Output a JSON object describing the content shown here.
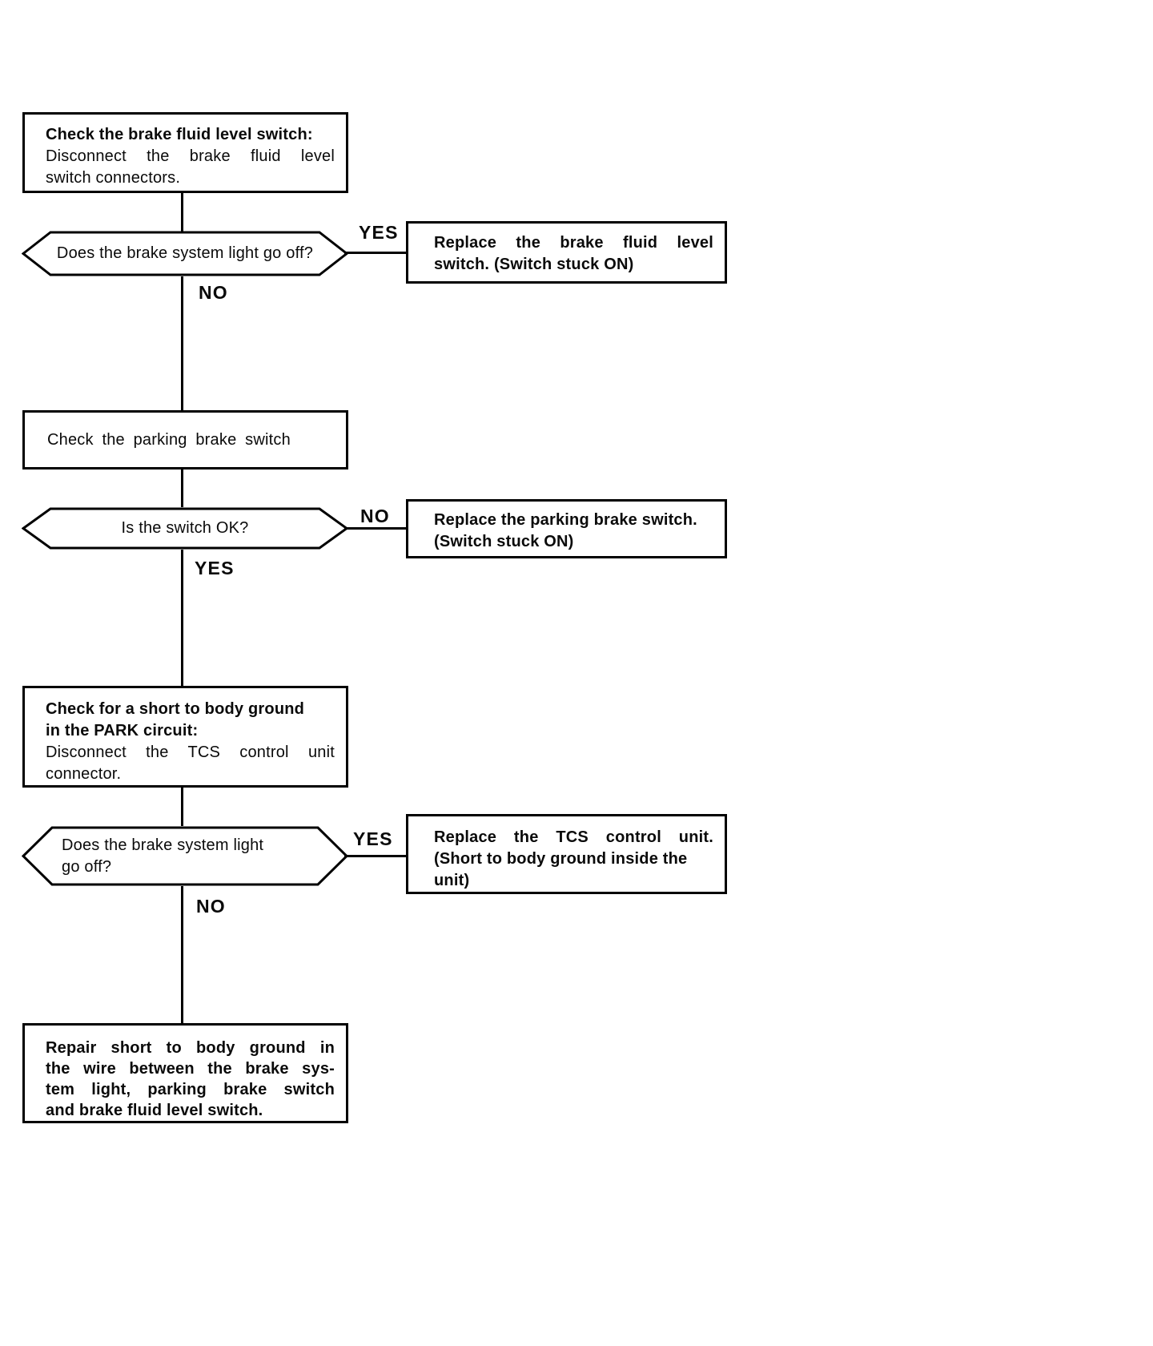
{
  "diagram": {
    "step1": {
      "lines": [
        "Check the brake fluid level switch:",
        "Disconnect the brake fluid level",
        "switch connectors."
      ]
    },
    "decision1": {
      "lines": [
        "Does the brake system light go off?"
      ],
      "right_label": "YES",
      "down_label": "NO"
    },
    "result1": {
      "lines": [
        "Replace the brake fluid level",
        "switch. (Switch stuck ON)"
      ]
    },
    "step2": {
      "lines": [
        "Check the parking brake switch"
      ]
    },
    "decision2": {
      "lines": [
        "Is the switch OK?"
      ],
      "right_label": "NO",
      "down_label": "YES"
    },
    "result2": {
      "lines": [
        "Replace the parking brake switch.",
        "(Switch stuck ON)"
      ]
    },
    "step3": {
      "lines": [
        "Check for a short to body ground",
        "in the PARK circuit:",
        "Disconnect the TCS control unit",
        "connector."
      ]
    },
    "decision3": {
      "lines": [
        "Does the brake system light",
        "go off?"
      ],
      "right_label": "YES",
      "down_label": "NO"
    },
    "result3": {
      "lines": [
        "Replace the TCS control unit.",
        "(Short to body ground inside the",
        "unit)"
      ]
    },
    "step4": {
      "lines": [
        "Repair short to body ground in",
        "the wire between the brake sys-",
        "tem light, parking brake switch",
        "and brake fluid level switch."
      ]
    }
  }
}
